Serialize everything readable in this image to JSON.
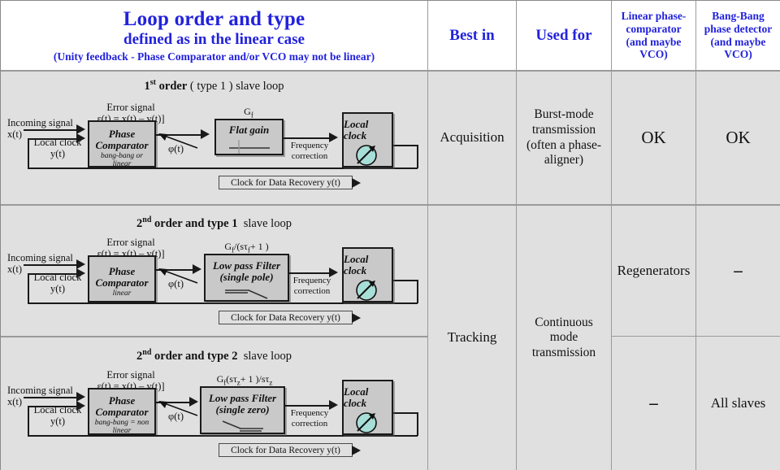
{
  "header": {
    "title_line1": "Loop order and type",
    "title_line2": "defined as in the linear case",
    "title_line3": "(Unity feedback  - Phase Comparator and/or VCO may not be linear)",
    "col_best_in": "Best in",
    "col_used_for": "Used for",
    "col_linear": "Linear phase-comparator (and maybe VCO)",
    "col_linear_lines": [
      "Linear phase-",
      "comparator",
      "(and maybe",
      "VCO)"
    ],
    "col_bangbang": "Bang-Bang phase detector (and maybe VCO)",
    "col_bangbang_lines": [
      "Bang-Bang",
      "phase  detector",
      "(and maybe",
      "VCO)"
    ],
    "title_color": "#2222dd"
  },
  "rows": [
    {
      "title_order": "1",
      "title_sup": "st",
      "title_main": " order",
      "title_rest": "( type 1 ) slave loop",
      "error_label": "Error signal",
      "error_eq": "ε(t) = x(t) – y(t)]",
      "incoming_label": "Incoming signal",
      "incoming_var": "x(t)",
      "localclock_label": "Local clock",
      "localclock_var": "y(t)",
      "pc_line1": "Phase",
      "pc_line2": "Comparator",
      "pc_line3": "bang-bang or",
      "pc_line4": "linear",
      "phi": "φ(t)",
      "gain_formula_main": "G",
      "gain_formula_sub": "f",
      "gain_formula_rest": "",
      "filter_line1": "Flat gain",
      "filter_line2": "",
      "filter_symbol": "flat-gain",
      "freq_line1": "Frequency",
      "freq_line2": "correction",
      "clock_label": "Local clock",
      "recovery": "Clock for Data Recovery y(t)",
      "best_in": "Acquisition",
      "used_for_lines": [
        "Burst-mode",
        "transmission",
        "(often a phase-",
        "aligner)"
      ],
      "linear": "OK",
      "bangbang": "OK"
    },
    {
      "title_order": "2",
      "title_sup": "nd",
      "title_main": " order and type 1",
      "title_rest": "slave loop",
      "error_label": "Error signal",
      "error_eq": "ε(t) = x(t) – y(t)]",
      "incoming_label": "Incoming signal",
      "incoming_var": "x(t)",
      "localclock_label": "Local clock",
      "localclock_var": "y(t)",
      "pc_line1": "Phase",
      "pc_line2": "Comparator",
      "pc_line3": "linear",
      "pc_line4": "",
      "phi": "φ(t)",
      "gain_formula_main": "G",
      "gain_formula_sub": "f",
      "gain_formula_rest": "/(sτ",
      "gain_formula_sub2": "f",
      "gain_formula_tail": "+ 1 )",
      "filter_line1": "Low pass Filter",
      "filter_line2": "(single pole)",
      "filter_symbol": "single-pole",
      "freq_line1": "Frequency",
      "freq_line2": "correction",
      "clock_label": "Local clock",
      "recovery": "Clock for Data Recovery y(t)",
      "best_in": "Tracking",
      "used_for_lines": [
        "Continuous",
        "mode",
        "transmission"
      ],
      "linear": "Regenerators",
      "bangbang": "–"
    },
    {
      "title_order": "2",
      "title_sup": "nd",
      "title_main": " order and type 2",
      "title_rest": "slave loop",
      "error_label": "Error signal",
      "error_eq": "ε(t) = x(t) – y(t)]",
      "incoming_label": "Incoming signal",
      "incoming_var": "x(t)",
      "localclock_label": "Local clock",
      "localclock_var": "y(t)",
      "pc_line1": "Phase",
      "pc_line2": "Comparator",
      "pc_line3": "bang-bang = non",
      "pc_line4": "linear",
      "phi": "φ(t)",
      "gain_formula_main": "G",
      "gain_formula_sub": "f",
      "gain_formula_rest": "(sτ",
      "gain_formula_sub2": "z",
      "gain_formula_tail": "+ 1 )/sτ",
      "gain_formula_sub3": "z",
      "filter_line1": "Low pass Filter",
      "filter_line2": "(single zero)",
      "filter_symbol": "single-zero",
      "freq_line1": "Frequency",
      "freq_line2": "correction",
      "clock_label": "Local clock",
      "recovery": "Clock for Data Recovery y(t)",
      "best_in": "",
      "used_for_lines": [],
      "linear": "–",
      "bangbang": "All  slaves"
    }
  ],
  "merged": {
    "tracking": "Tracking",
    "continuous_lines": [
      "Continuous",
      "mode",
      "transmission"
    ]
  },
  "colors": {
    "cell_gray": "#e0e0e0",
    "block_gray": "#c9c9c9",
    "vco_teal": "#a8ded8",
    "border": "#9a9a9a",
    "accent_blue": "#2222dd"
  }
}
